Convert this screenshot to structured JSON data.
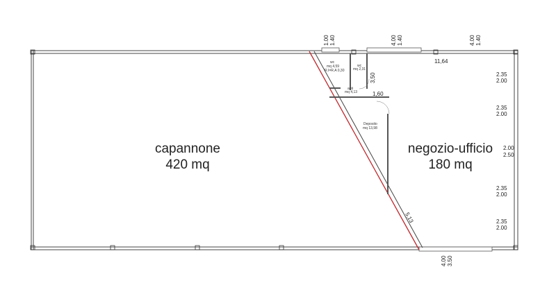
{
  "rooms": {
    "capannone": {
      "name": "capannone",
      "area": "420 mq"
    },
    "negozio": {
      "name": "negozio-ufficio",
      "area": "180 mq"
    },
    "wc1": {
      "name": "wc",
      "area": "mq 4,59",
      "note": "R.I=R.A 0,30"
    },
    "wc2": {
      "name": "wc",
      "area": "mq 2,31"
    },
    "anti": {
      "name": "anti",
      "area": "mq 4,13"
    },
    "deposito": {
      "name": "Deposito",
      "area": "mq 13,98"
    }
  },
  "dimensions": {
    "top1a": "1.00",
    "top1b": "1.40",
    "top2a": "4.00",
    "top2b": "1.40",
    "top3a": "4.00",
    "top3b": "1.40",
    "length": "11,64",
    "wall": "3,50",
    "dep": "1,60",
    "r1a": "2.35",
    "r1b": "2.00",
    "r2a": "2.35",
    "r2b": "2.00",
    "r3a": "2.00",
    "r3b": "2.50",
    "r4a": "2.35",
    "r4b": "2.00",
    "r5a": "2.35",
    "r5b": "2.00",
    "diag": "5,13",
    "bot_a": "4.00",
    "bot_b": "3.50"
  },
  "colors": {
    "line": "#333333",
    "diagonal": "#c0282d"
  }
}
